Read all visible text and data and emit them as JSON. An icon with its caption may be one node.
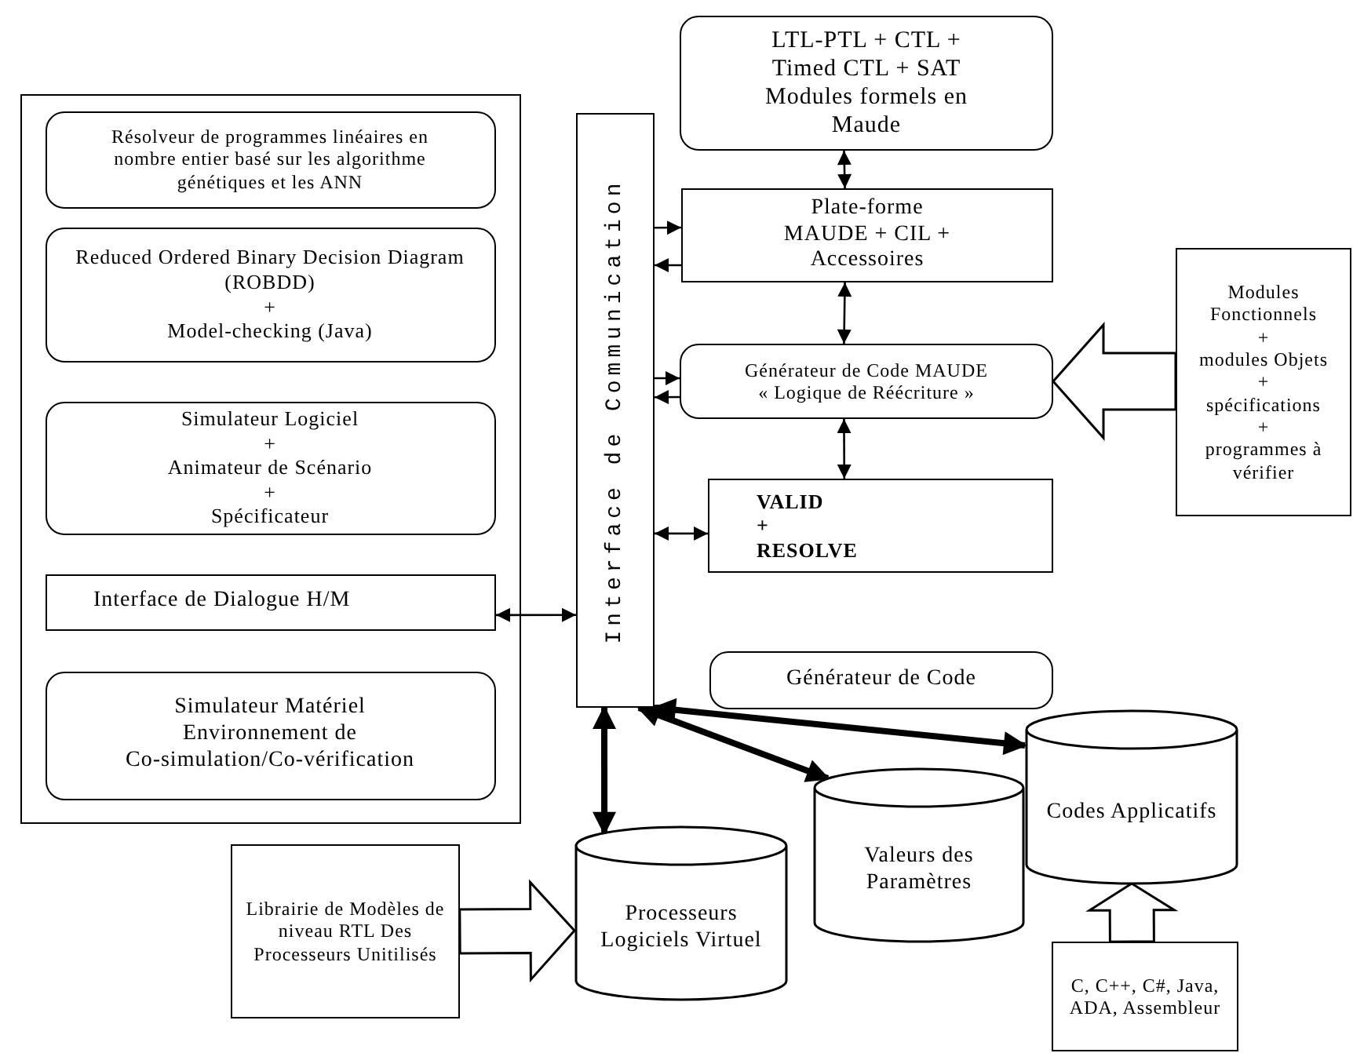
{
  "diagram": {
    "nodes": [
      {
        "text": [],
        "shape": "box"
      },
      {
        "text": [
          "Résolveur de programmes linéaires en nombre entier basé sur les algorithme génétiques et les ANN"
        ],
        "in": 0
      },
      {
        "text": [
          "Reduced Ordered Binary Decision Diagram (ROBDD)",
          "+",
          "Model-checking (Java)"
        ],
        "in": 0
      },
      {
        "text": [
          "Simulateur Logiciel",
          "+",
          "Animateur de Scénario",
          "+",
          "Spécificateur"
        ],
        "in": 0
      },
      {
        "text": [
          "Interface de Dialogue H/M"
        ],
        "in": 0
      },
      {
        "text": [
          "Simulateur Matériel",
          "Environnement de",
          "Co-simulation/Co-vérification"
        ],
        "in": 0
      },
      {
        "text": [
          "Interface de Communication"
        ]
      },
      {
        "text": [
          "LTL-PTL + CTL + Timed CTL + SAT Modules formels en Maude"
        ]
      },
      {
        "text": [
          "Plate-forme",
          "MAUDE + CIL +",
          "Accessoires"
        ]
      },
      {
        "text": [
          "Générateur de Code MAUDE",
          "« Logique de Réécriture »"
        ]
      },
      {
        "text": [
          "VALID",
          "+",
          "RESOLVE"
        ]
      },
      {
        "text": [
          "Modules Fonctionnels",
          "+",
          "modules Objets",
          "+",
          "spécifications",
          "+",
          "programmes à vérifier"
        ]
      },
      {
        "text": [
          "Générateur de Code"
        ]
      },
      {
        "text": [
          "Processeurs Logiciels Virtuel"
        ]
      },
      {
        "text": [
          "Valeurs des Paramètres"
        ]
      },
      {
        "text": [
          "Codes Applicatifs"
        ]
      },
      {
        "text": [
          "Librairie de Modèles de niveau RTL Des Processeurs Unitilisés"
        ]
      },
      {
        "text": [
          "C, C++, C#, Java, ADA, Assembleur"
        ]
      }
    ],
    "edges": [
      {
        "from": 7,
        "to": 8,
        "arrow": "both"
      },
      {
        "from": 8,
        "to": 9,
        "arrow": "both"
      },
      {
        "from": 9,
        "to": 10,
        "arrow": "both"
      },
      {
        "from": 6,
        "to": 8,
        "arrow": "to"
      },
      {
        "from": 8,
        "to": 6,
        "arrow": "to"
      },
      {
        "from": 6,
        "to": 9,
        "arrow": "to"
      },
      {
        "from": 9,
        "to": 6,
        "arrow": "to"
      },
      {
        "from": 6,
        "to": 10,
        "arrow": "both"
      },
      {
        "from": 4,
        "to": 6,
        "arrow": "both"
      },
      {
        "from": 6,
        "to": 13,
        "arrow": "both",
        "style": "thick"
      },
      {
        "from": 6,
        "to": 14,
        "arrow": "both",
        "style": "thick"
      },
      {
        "from": 6,
        "to": 15,
        "arrow": "both",
        "style": "thick"
      },
      {
        "from": 11,
        "to": 9,
        "arrow": "to",
        "style": "thick"
      },
      {
        "from": 16,
        "to": 13,
        "arrow": "to",
        "style": "thick"
      },
      {
        "from": 17,
        "to": 15,
        "arrow": "to",
        "style": "thick"
      }
    ]
  }
}
